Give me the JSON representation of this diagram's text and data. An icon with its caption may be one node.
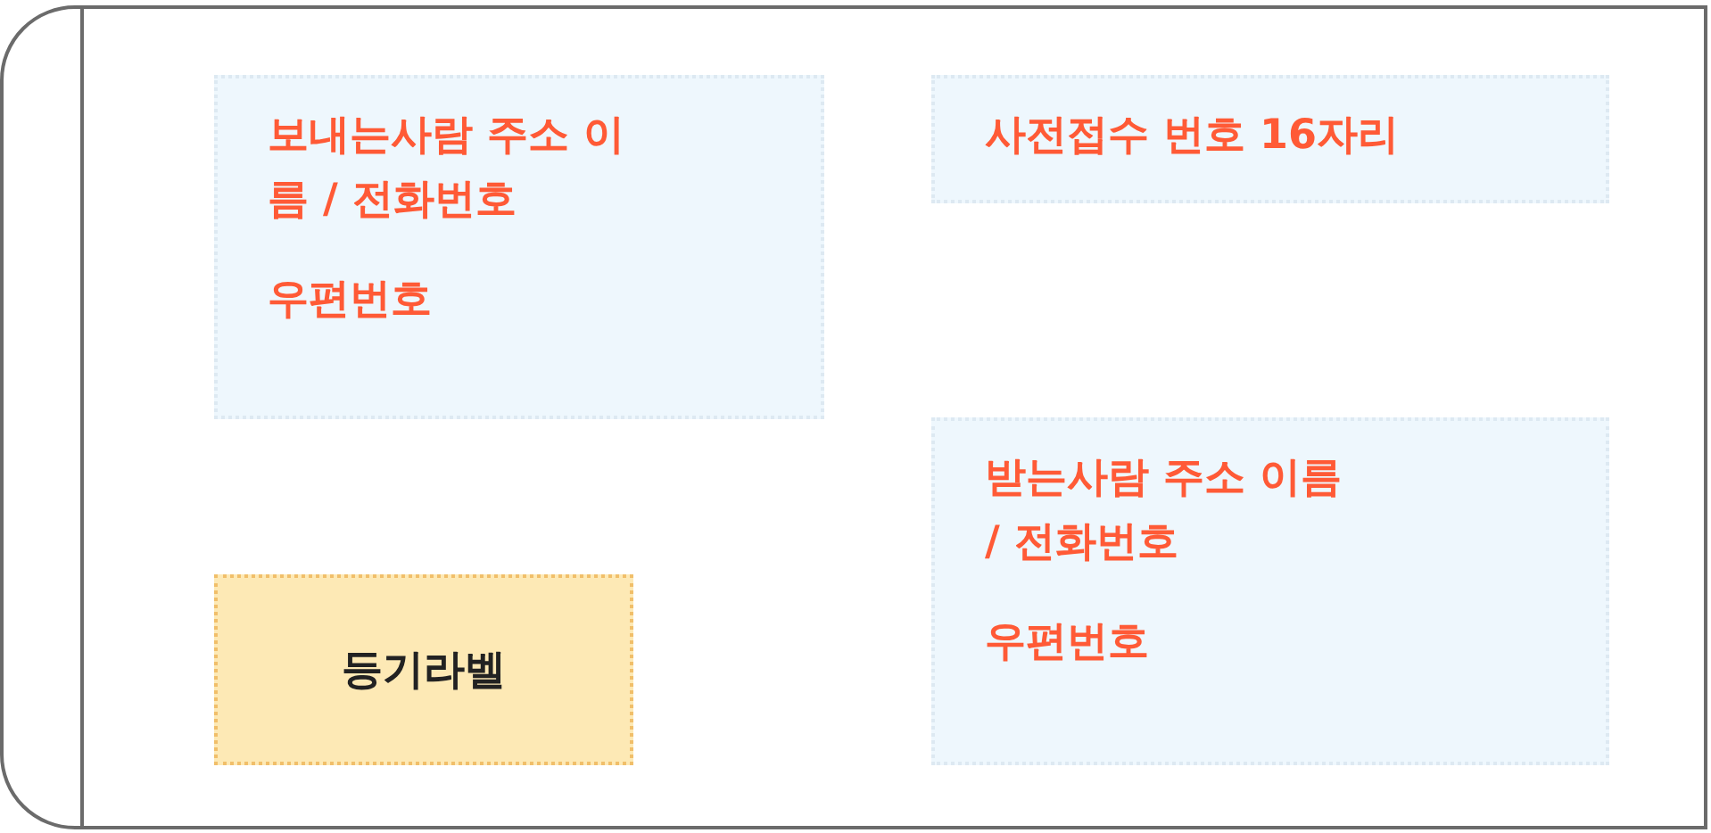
{
  "diagram": {
    "nodes": [
      {
        "text": [],
        "shape": "box"
      },
      {
        "text": [
          "보내는사람 주소 이름 / 전화번호",
          "우편번호"
        ],
        "in": 0
      },
      {
        "text": [
          "사전접수 번호 16자리"
        ],
        "in": 0
      },
      {
        "text": [
          "받는사람 주소 이름 / 전화번호",
          "우편번호"
        ],
        "in": 0
      },
      {
        "text": [
          "등기라벨"
        ],
        "in": 0
      }
    ],
    "edges": []
  }
}
